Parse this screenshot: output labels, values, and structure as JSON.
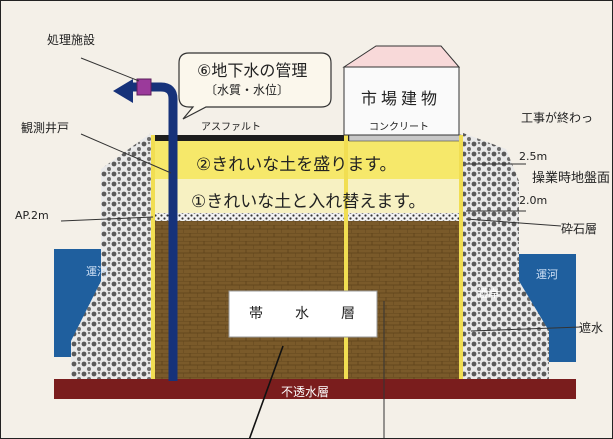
{
  "labels": {
    "treatment_facility": "処理施設",
    "observation_well": "観測井戸",
    "ap2m": "AP.2m",
    "asphalt": "アスファルト",
    "concrete": "コンクリート",
    "after_construction": "工事が終わっ",
    "market_building": "市場建物",
    "groundwater_mgmt_line1": "⑥地下水の管理",
    "groundwater_mgmt_line2": "〔水質・水位〕",
    "layer_fill": "②きれいな土を盛ります。",
    "layer_replace": "①きれいな土と入れ替えます。",
    "depth_25": "2.5m",
    "depth_20": "2.0m",
    "operation_ground": "操業時地盤面",
    "crushed_stone": "砕石層",
    "sea_left": "運河",
    "sea_right": "運河",
    "seawall_right": "護岸",
    "water_barrier": "遮水",
    "aquifer_1": "帯",
    "aquifer_2": "水",
    "aquifer_3": "層",
    "impermeable": "不透水層"
  },
  "colors": {
    "yellow_layer": "#f6e86a",
    "cream_layer": "#f7f1c2",
    "brick": "#7a5a2a",
    "blue_water": "#1f5f9e",
    "impermeable": "#7a1d1d",
    "pipe": "#16327a",
    "purple_valve": "#9b3a9b"
  }
}
